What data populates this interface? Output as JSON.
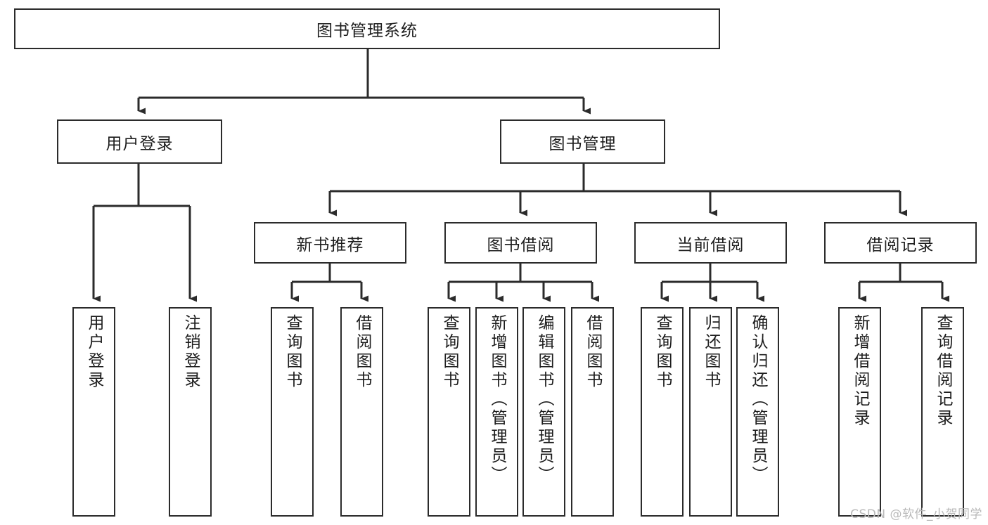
{
  "diagram": {
    "title": "图书管理系统",
    "watermark": "CSDN @软件_小贺同学",
    "line_color": "#2b2b2b",
    "box_fill": "#ffffff",
    "text_color": "#1d1d1d",
    "root": {
      "label": "图书管理系统"
    },
    "level2": [
      {
        "label": "用户登录"
      },
      {
        "label": "图书管理"
      }
    ],
    "level3": [
      {
        "label": "新书推荐"
      },
      {
        "label": "图书借阅"
      },
      {
        "label": "当前借阅"
      },
      {
        "label": "借阅记录"
      }
    ],
    "leaves": [
      {
        "label": "用户登录",
        "parent": "用户登录"
      },
      {
        "label": "注销登录",
        "parent": "用户登录"
      },
      {
        "label": "查询图书",
        "parent": "新书推荐"
      },
      {
        "label": "借阅图书",
        "parent": "新书推荐"
      },
      {
        "label": "查询图书",
        "parent": "图书借阅"
      },
      {
        "label": "新增图书（管理员）",
        "parent": "图书借阅"
      },
      {
        "label": "编辑图书（管理员）",
        "parent": "图书借阅"
      },
      {
        "label": "借阅图书",
        "parent": "图书借阅"
      },
      {
        "label": "查询图书",
        "parent": "当前借阅"
      },
      {
        "label": "归还图书",
        "parent": "当前借阅"
      },
      {
        "label": "确认归还（管理员）",
        "parent": "当前借阅"
      },
      {
        "label": "新增借阅记录",
        "parent": "借阅记录"
      },
      {
        "label": "查询借阅记录",
        "parent": "借阅记录"
      }
    ]
  }
}
